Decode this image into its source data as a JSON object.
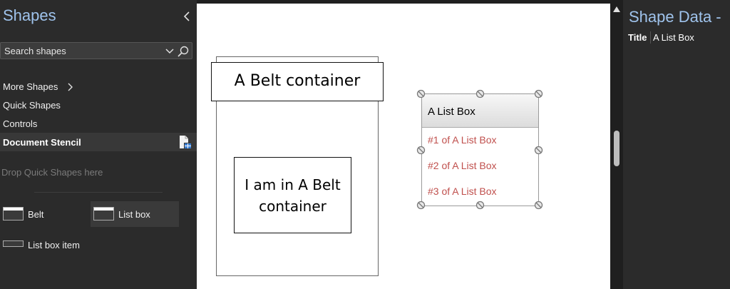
{
  "shapes_panel": {
    "title": "Shapes",
    "search": {
      "placeholder": "Search shapes"
    },
    "nav": {
      "more_shapes": "More Shapes",
      "quick_shapes": "Quick Shapes",
      "controls": "Controls",
      "document_stencil": "Document Stencil"
    },
    "drop_hint": "Drop Quick Shapes here",
    "stencil_items": [
      {
        "label": "Belt",
        "icon": "belt-thumbnail"
      },
      {
        "label": "List box",
        "icon": "list-box-thumbnail",
        "selected": true
      },
      {
        "label": "List box item",
        "icon": "list-box-item-thumbnail"
      }
    ]
  },
  "canvas": {
    "belt_container": {
      "header": "A Belt container",
      "inner_shape_text": "I am in A Belt\ncontainer"
    },
    "list_box": {
      "title": "A List Box",
      "items": [
        "#1 of A List Box",
        "#2 of A List Box",
        "#3 of A List Box"
      ]
    }
  },
  "shape_data": {
    "title": "Shape Data -",
    "rows": [
      {
        "key": "Title",
        "value": "A List Box"
      }
    ]
  },
  "colors": {
    "panel_bg": "#2b2b2b",
    "accent_title": "#9fc3ec",
    "list_item_text": "#c0504d",
    "canvas_bg": "#ffffff"
  }
}
